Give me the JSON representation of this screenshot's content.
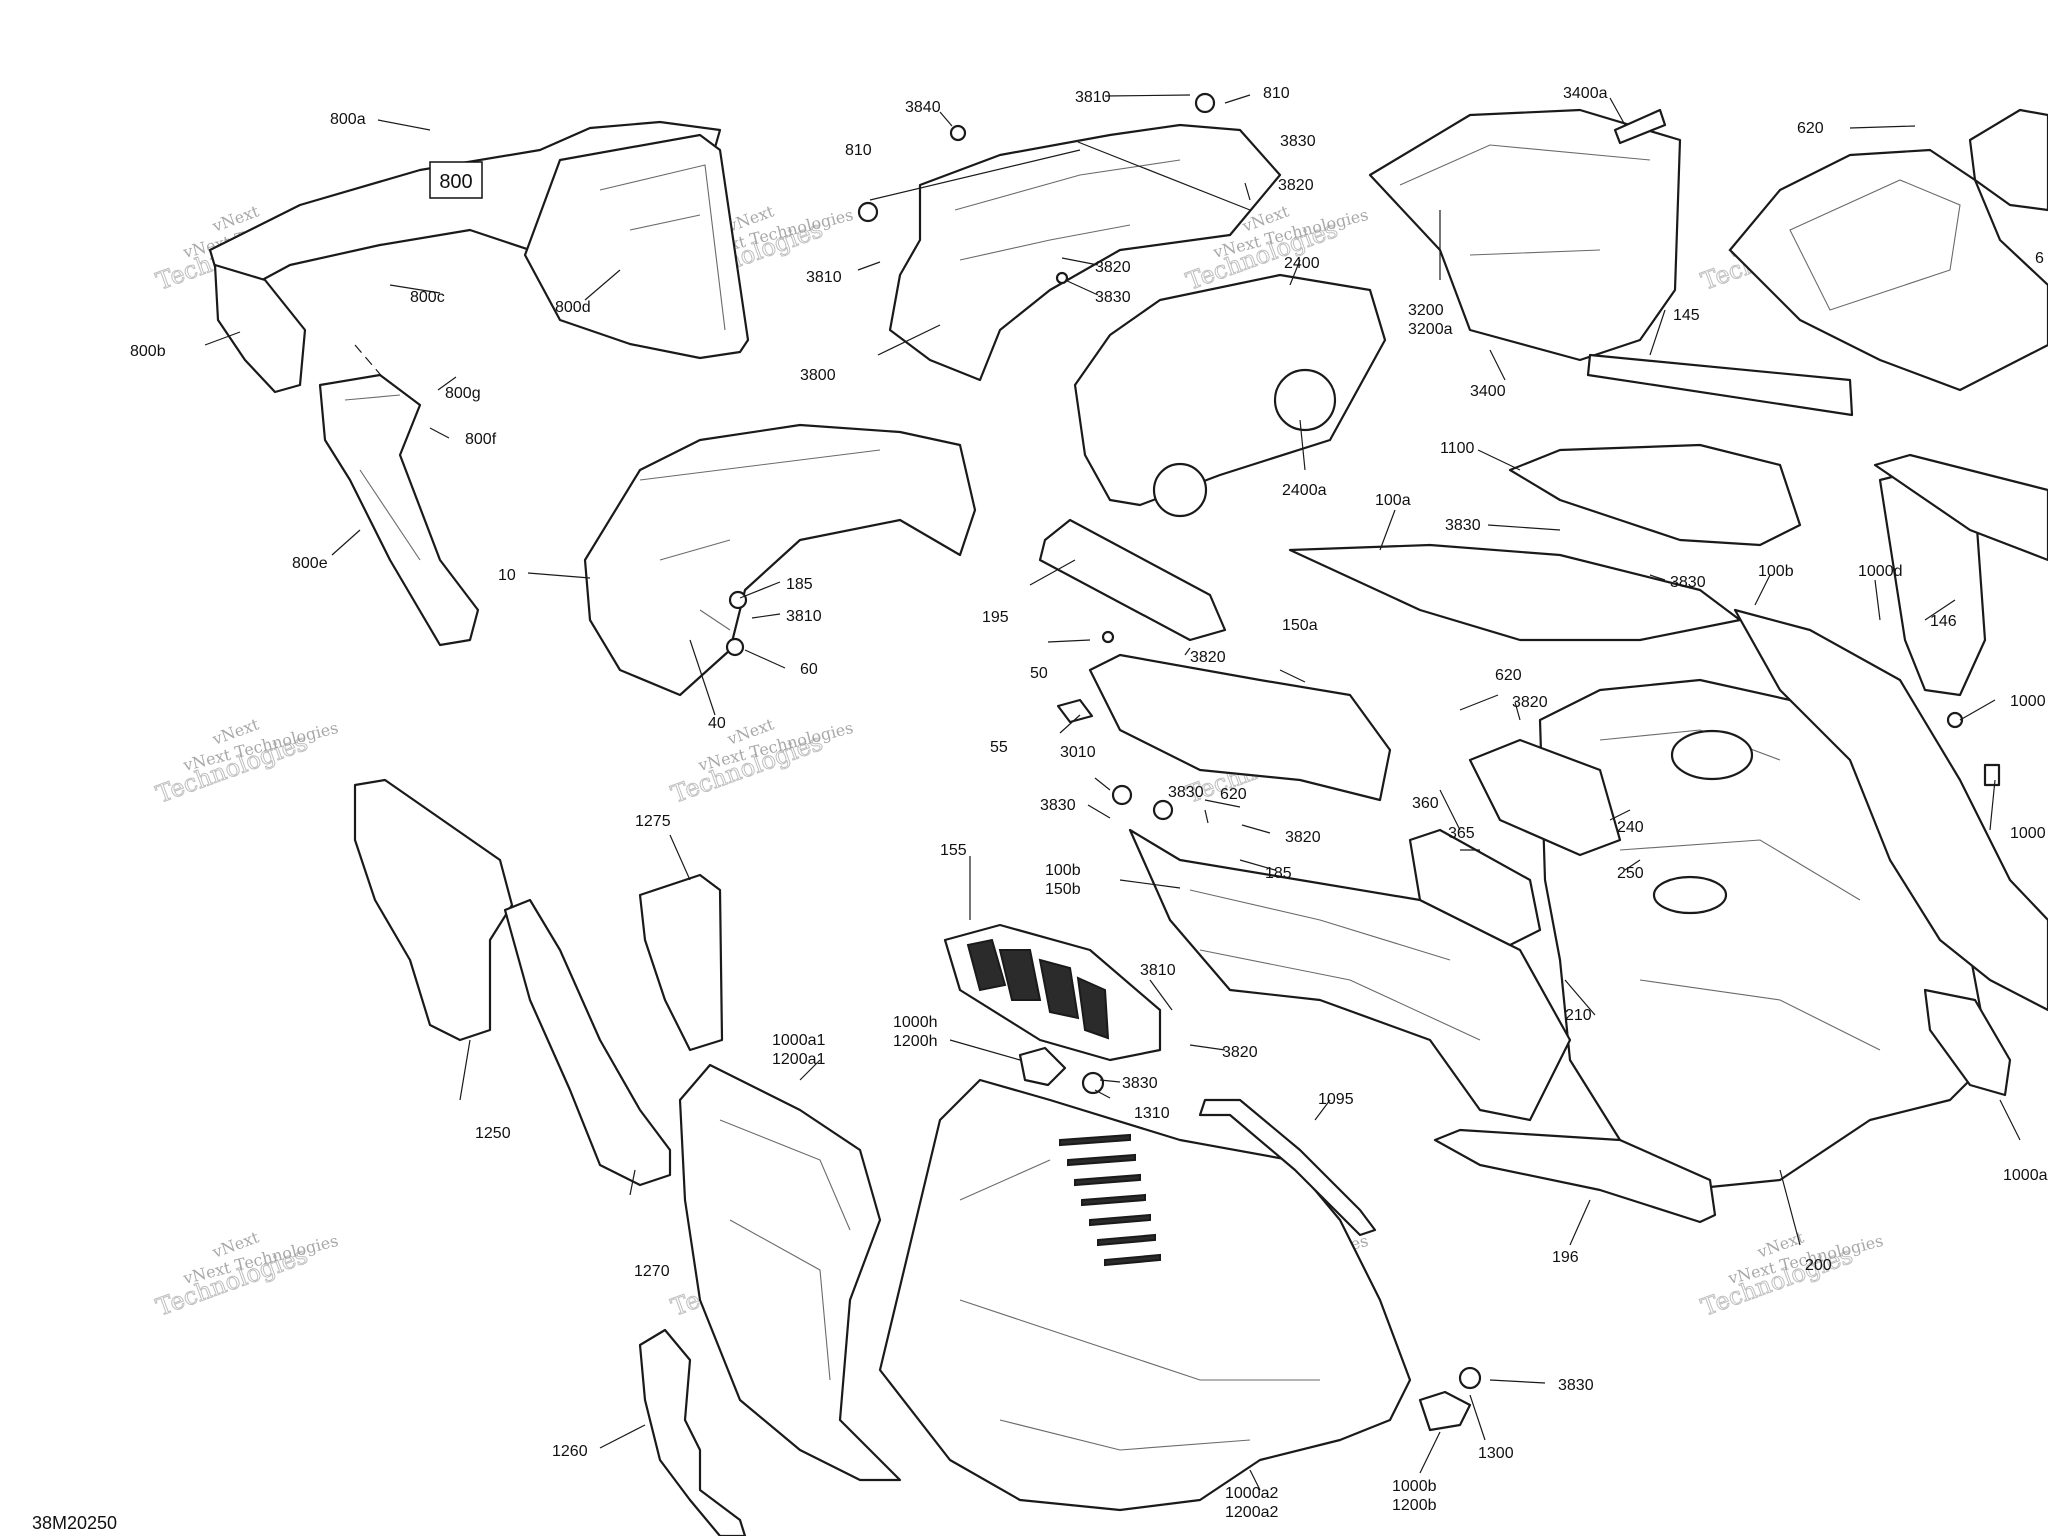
{
  "diagram": {
    "reference_box": "800",
    "document_id": "38M20250",
    "watermark": {
      "line1": "vNext",
      "line2": "Technologies",
      "line3": "vNext Technologies"
    },
    "labels": {
      "l800a": "800a",
      "l800b": "800b",
      "l800c": "800c",
      "l800d": "800d",
      "l800e": "800e",
      "l800f": "800f",
      "l800g": "800g",
      "l3840": "3840",
      "l810a": "810",
      "l3810a": "3810",
      "l3800": "3800",
      "l3810b": "3810",
      "l810b": "810",
      "l3830a": "3830",
      "l3820a": "3820",
      "l3820b": "3820",
      "l3830b": "3830",
      "l3400a": "3400a",
      "l3200": "3200",
      "l3200a": "3200a",
      "l3400": "3400",
      "l620a": "620",
      "l145": "145",
      "l6": "6",
      "l2400": "2400",
      "l2400a": "2400a",
      "l1100": "1100",
      "l3830c": "3830",
      "l3830d": "3830",
      "l100a": "100a",
      "l100b": "100b",
      "l1000d": "1000d",
      "l146": "146",
      "l10": "10",
      "l185a": "185",
      "l3810c": "3810",
      "l60": "60",
      "l40": "40",
      "l195": "195",
      "l50": "50",
      "l3820c": "3820",
      "l150a": "150a",
      "l55": "55",
      "l620b": "620",
      "l3820d": "3820",
      "l1000r1": "1000",
      "l1000r2": "1000",
      "l3010": "3010",
      "l3830e": "3830",
      "l3830f": "3830",
      "l620c": "620",
      "l3820e": "3820",
      "l185b": "185",
      "l360": "360",
      "l365": "365",
      "l240": "240",
      "l250": "250",
      "l210": "210",
      "l100b2": "100b",
      "l150b": "150b",
      "l1275": "1275",
      "l155": "155",
      "l3810d": "3810",
      "l3820f": "3820",
      "l1000h": "1000h",
      "l1200h": "1200h",
      "l3830g": "3830",
      "l1310": "1310",
      "l1000a1": "1000a1",
      "l1200a1": "1200a1",
      "l1250": "1250",
      "l1270": "1270",
      "l1260": "1260",
      "l1095": "1095",
      "l196": "196",
      "l200": "200",
      "l1000a": "1000a",
      "l3830h": "3830",
      "l1300": "1300",
      "l1000b": "1000b",
      "l1200b": "1200b",
      "l1000a2": "1000a2",
      "l1200a2": "1200a2"
    }
  }
}
